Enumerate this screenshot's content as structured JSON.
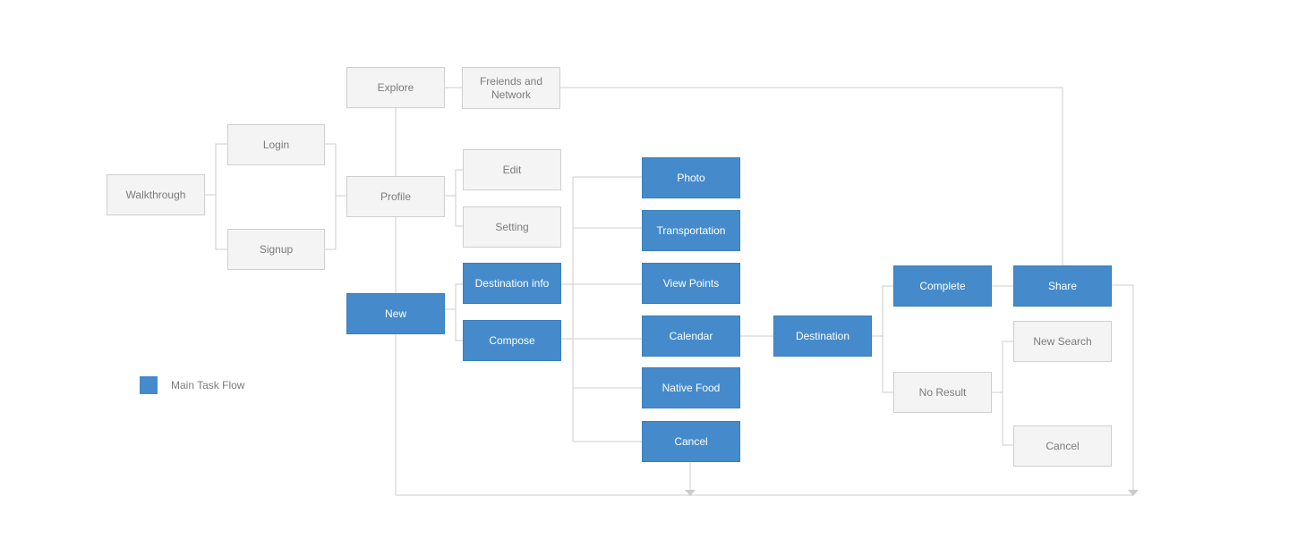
{
  "colors": {
    "main": "#458bcc",
    "secondary_fill": "#f4f4f4",
    "secondary_border": "#cfcfcf",
    "line": "#cccccc",
    "text": "#7c7c7c"
  },
  "nodes": {
    "walkthrough": "Walkthrough",
    "login": "Login",
    "signup": "Signup",
    "explore": "Explore",
    "friends": "Freiends and Network",
    "profile": "Profile",
    "edit": "Edit",
    "setting": "Setting",
    "new": "New",
    "destination_info": "Destination info",
    "compose": "Compose",
    "photo": "Photo",
    "transportation": "Transportation",
    "view_points": "View Points",
    "calendar": "Calendar",
    "native_food": "Native Food",
    "cancel_main": "Cancel",
    "destination": "Destination",
    "complete": "Complete",
    "share": "Share",
    "no_result": "No Result",
    "new_search": "New Search",
    "cancel_secondary": "Cancel"
  },
  "legend": {
    "label": "Main Task Flow"
  }
}
